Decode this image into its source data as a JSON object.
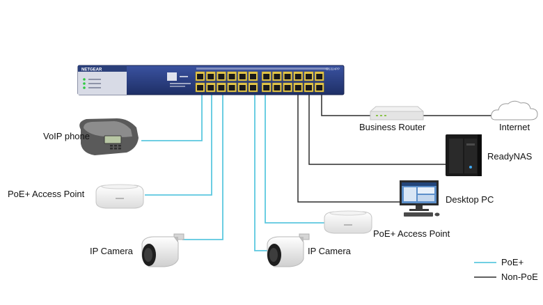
{
  "switch": {
    "brand": "NETGEAR",
    "model_badge": "GS324PP",
    "port_count": 24
  },
  "devices": {
    "voip_phone": "VoIP phone",
    "poe_ap_left": "PoE+ Access Point",
    "ip_camera_left": "IP Camera",
    "ip_camera_center": "IP Camera",
    "poe_ap_center": "PoE+ Access Point",
    "business_router": "Business Router",
    "internet": "Internet",
    "readynas": "ReadyNAS",
    "desktop_pc": "Desktop PC"
  },
  "legend": {
    "poe": "PoE+",
    "non_poe": "Non-PoE"
  },
  "colors": {
    "poe_line": "#5bc8df",
    "non_poe_line": "#2b2b2b",
    "switch_body": "#2a3f7a",
    "port_housing": "#e6c84a"
  }
}
